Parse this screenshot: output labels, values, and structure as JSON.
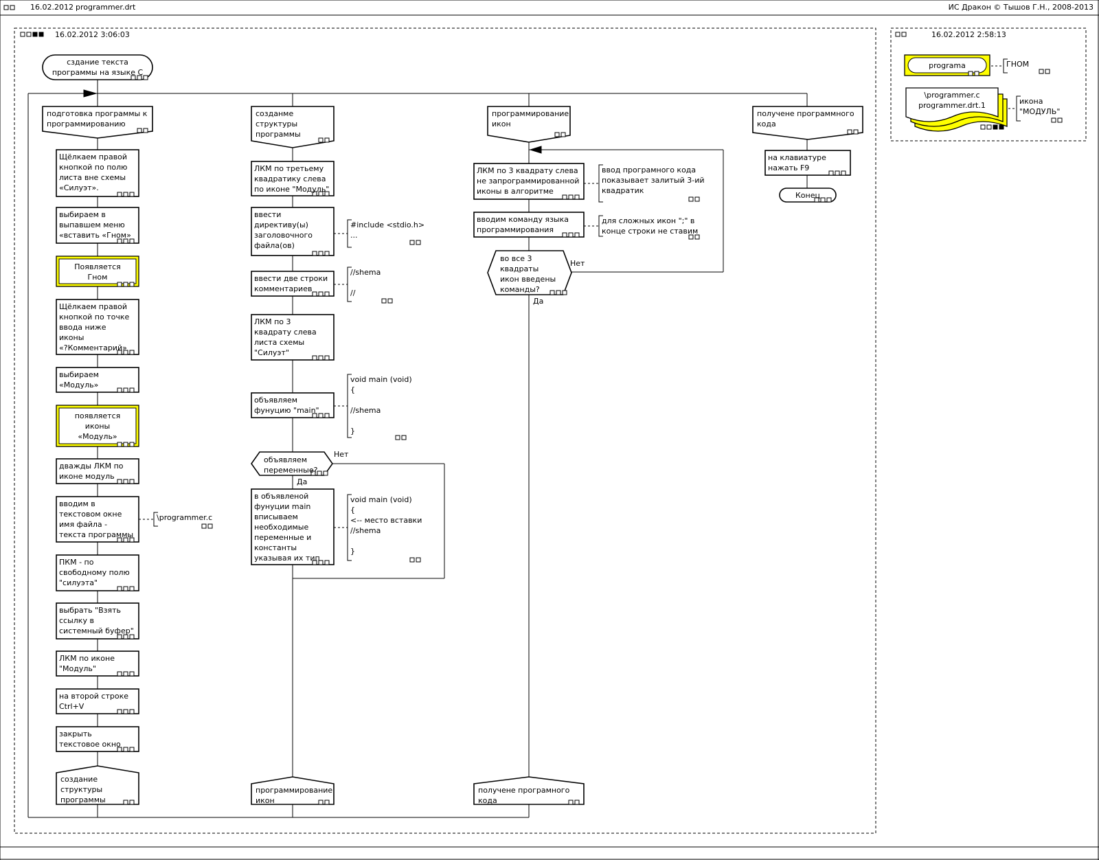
{
  "header": {
    "date": "16.02.2012",
    "file": "programmer.drt",
    "copyright": "ИС Дракон © Тышов Г.Н., 2008-2013"
  },
  "main_frame": {
    "timestamp": "16.02.2012 3:06:03"
  },
  "side_frame": {
    "timestamp": "16.02.2012 2:58:13"
  },
  "colors": {
    "highlight": "#ffff00",
    "line": "#000000"
  },
  "main": {
    "title": "сздание текста\nпрограммы на языке С",
    "col1": {
      "branch": "подготовка  программы к\nпрограммированию",
      "actions": [
        "Щёлкаем правой\nкнопкой по полю\nлиста вне схемы\n«Силуэт».",
        "выбираем в\nвыпавшем меню\n«вставить «Гном»",
        "Появляется\nГном",
        "Щёлкаем правой\nкнопкой по точке\nввода ниже\nиконы\n«?Комментарий»",
        "выбираем\n«Модуль»",
        "появляется\nиконы\n«Модуль»",
        "дважды ЛКМ по\nиконе модуль",
        "вводим в\nтекстовом окне\nимя файла -\nтекста программы",
        "ПКМ - по\nсвободному полю\n\"силуэта\"",
        "выбрать \"Взять\nссылку в\nсистемный буфер\"",
        "ЛКМ по иконе\n\"Модуль\"",
        "на второй строке\nCtrl+V",
        "закрыть\nтекстовое окно"
      ],
      "comment": "\\programmer.c",
      "address": "создание\nструктуры\nпрограммы"
    },
    "col2": {
      "branch": "созданме\nструктуры\nпрограммы",
      "actions": [
        "ЛКМ по третьему\nквадратику слева\nпо иконе \"Модуль\"",
        "ввести\nдирективу(ы)\nзаголовочного\nфайла(ов)",
        "ввести две строки\nкомментариев",
        "ЛКМ по 3\nквадрату слева\nлиста схемы\n\"Силуэт\"",
        "объявляем\nфунуцию \"main\""
      ],
      "question": "объявляем\nпеременные?",
      "decl_action": "в объявленой\nфунуции main\nвписываем\nнеобходимые\nпеременные и\nконстанты\nуказывая их тип",
      "comments": [
        "#include <stdio.h>\n...",
        "//shema\n\n//",
        "void main (void)\n{\n\n//shema\n\n}",
        "void main (void)\n{\n<-- место вставки\n//shema\n\n}"
      ],
      "address": "программирование\nикон"
    },
    "col3": {
      "branch": "программирование\nикон",
      "actions": [
        "ЛКМ по 3 квадрату слева\nне запрограммированной\nиконы в алгоритме",
        "вводим команду языка\nпрограммирования"
      ],
      "comments": [
        "ввод програмного кода\nпоказывает залитый 3-ий\nквадратик",
        "для сложных икон \";\" в\nконце строки не ставим"
      ],
      "question": "во все 3\nквадраты\nикон введены\nкоманды?",
      "address": "получене  програмного\nкода"
    },
    "col4": {
      "branch": "получене  программного\nкода",
      "action": "на клавиатуре\nнажать F9",
      "end": "Конец"
    },
    "yes": "Да",
    "no": "Нет"
  },
  "side": {
    "gnome_label": "programa",
    "gnome_comment": "ГНОМ",
    "module_label": "\\programmer.c\nprogrammer.drt.1",
    "module_comment": "икона\n\"МОДУЛЬ\""
  }
}
